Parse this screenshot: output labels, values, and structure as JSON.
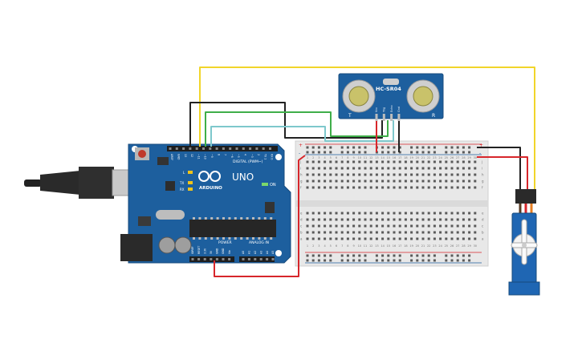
{
  "arduino": {
    "model_label": "UNO",
    "brand_label": "ARDUINO",
    "digital_label": "DIGITAL (PWM~)",
    "power_label": "POWER",
    "analog_label": "ANALOG IN",
    "on_label": "ON",
    "tx_label": "TX",
    "rx_label": "RX",
    "l_label": "L",
    "top_pins": [
      "AREF",
      "GND",
      "13",
      "12",
      "~11",
      "~10",
      "~9",
      "8",
      "7",
      "~6",
      "~5",
      "4",
      "~3",
      "2",
      "TX 1",
      "RX 0"
    ],
    "power_pins": [
      "IOREF",
      "RESET",
      "3.3V",
      "5V",
      "GND",
      "GND",
      "Vin"
    ],
    "analog_pins": [
      "A0",
      "A1",
      "A2",
      "A3",
      "A4",
      "A5"
    ]
  },
  "sensor": {
    "model_label": "HC-SR04",
    "pins": [
      "Vcc",
      "Trig",
      "Echo",
      "Gnd"
    ],
    "left_mark": "T",
    "right_mark": "R"
  },
  "breadboard": {
    "row_letters_top": [
      "j",
      "i",
      "h",
      "g",
      "f"
    ],
    "row_letters_bottom": [
      "e",
      "d",
      "c",
      "b",
      "a"
    ],
    "column_numbers": [
      "1",
      "2",
      "3",
      "4",
      "5",
      "6",
      "7",
      "8",
      "9",
      "10",
      "11",
      "12",
      "13",
      "14",
      "15",
      "16",
      "17",
      "18",
      "19",
      "20",
      "21",
      "22",
      "23",
      "24",
      "25",
      "26",
      "27",
      "28",
      "29",
      "30"
    ],
    "rail_plus": "+",
    "rail_minus": "-"
  },
  "colors": {
    "board": "#1d5f9e",
    "breadboard": "#e8e8e8",
    "wire_black": "#222222",
    "wire_red": "#d7262b",
    "wire_yellow": "#f1d52a",
    "wire_green": "#3fae49",
    "wire_cyan": "#7ec8cc",
    "servo": "#1f66b3"
  }
}
